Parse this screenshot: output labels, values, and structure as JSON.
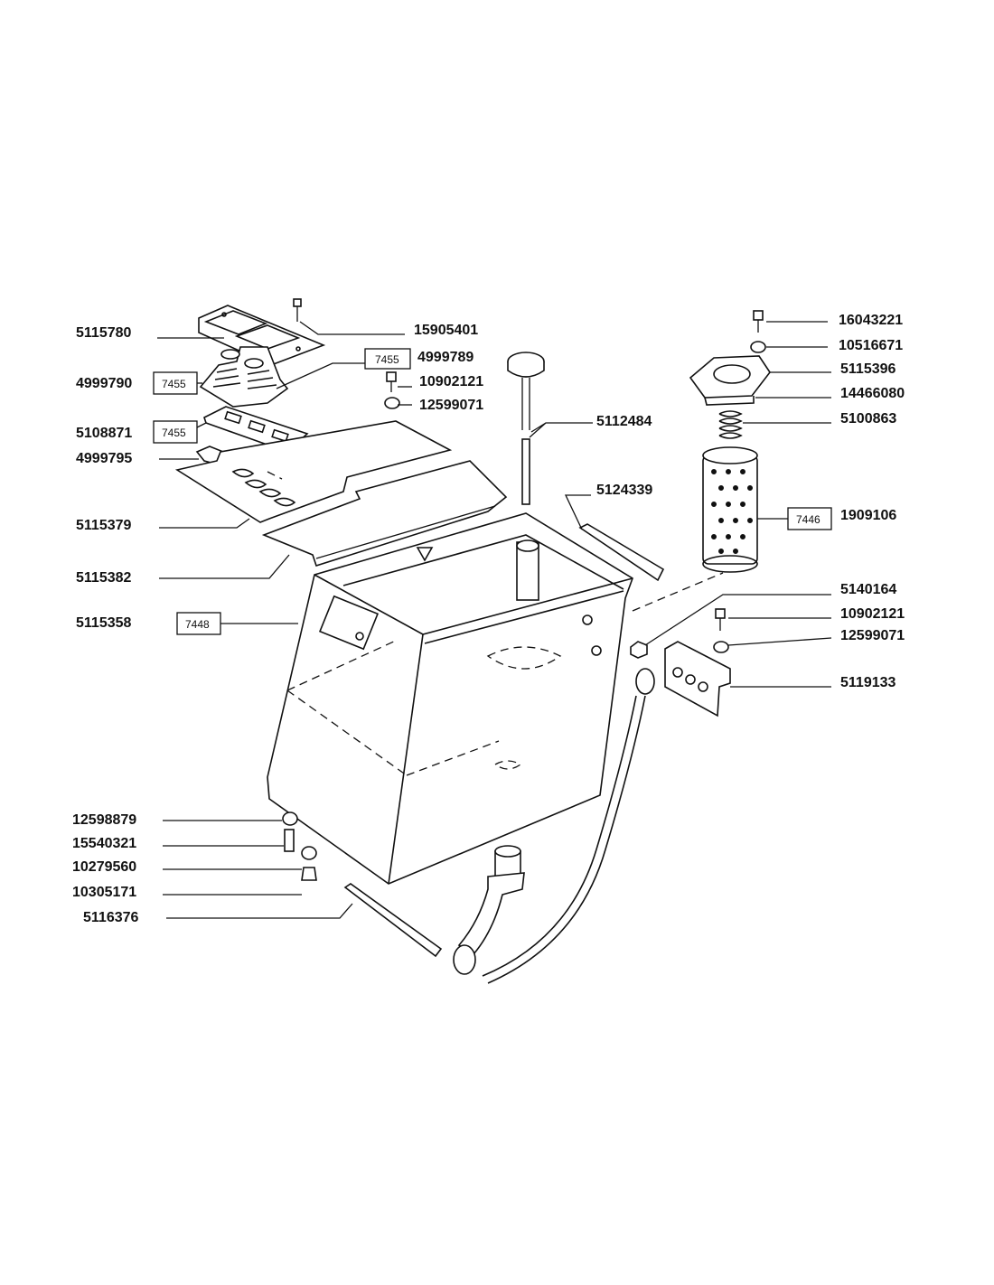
{
  "labels": {
    "p5115780": "5115780",
    "p15905401": "15905401",
    "p4999789": "4999789",
    "p4999790": "4999790",
    "p10902121a": "10902121",
    "p12599071a": "12599071",
    "p5108871": "5108871",
    "p4999795": "4999795",
    "p5115379": "5115379",
    "p5115382": "5115382",
    "p5115358": "5115358",
    "p5112484": "5112484",
    "p5124339": "5124339",
    "p16043221": "16043221",
    "p10516671": "10516671",
    "p5115396": "5115396",
    "p14466080": "14466080",
    "p5100863": "5100863",
    "p1909106": "1909106",
    "p5140164": "5140164",
    "p10902121b": "10902121",
    "p12599071b": "12599071",
    "p5119133": "5119133",
    "p12598879": "12598879",
    "p15540321": "15540321",
    "p10279560": "10279560",
    "p10305171": "10305171",
    "p5116376": "5116376"
  },
  "refs": {
    "r7455a": "7455",
    "r7455b": "7455",
    "r7455c": "7455",
    "r7448": "7448",
    "r7446": "7446"
  }
}
